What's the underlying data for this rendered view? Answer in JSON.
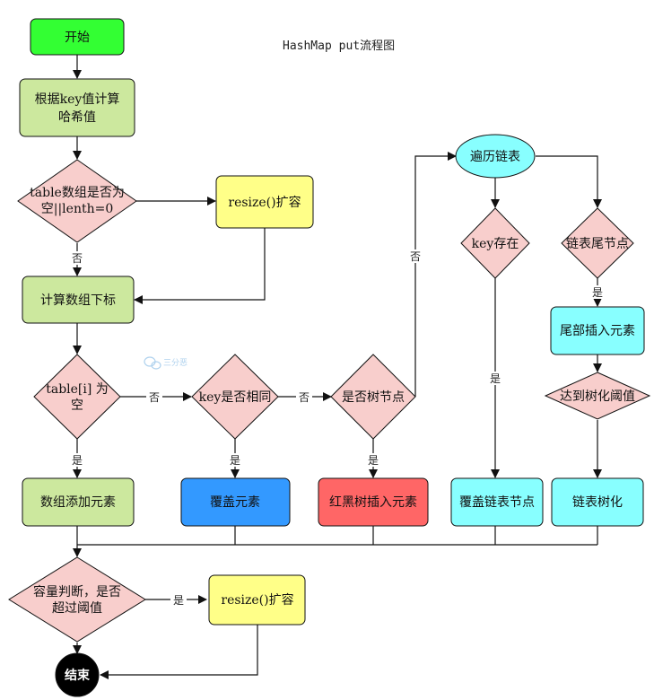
{
  "title": "HashMap put流程图",
  "watermark": "三分恶",
  "colors": {
    "green_bright": "#33ff33",
    "green_light": "#cce89e",
    "pink": "#f8cecc",
    "yellow": "#ffff88",
    "blue": "#3399ff",
    "red": "#ff6666",
    "cyan": "#88ffff",
    "black": "#000000"
  },
  "nodes": {
    "start": "开始",
    "hash": [
      "根据key值计算",
      "哈希值"
    ],
    "table_empty_check": [
      "table数组是否为",
      "空||lenth=0"
    ],
    "resize_1": "resize()扩容",
    "calc_index": "计算数组下标",
    "slot_empty_check": [
      "table[i] 为",
      "空"
    ],
    "key_same_check": "key是否相同",
    "tree_node_check": "是否树节点",
    "traverse": "遍历链表",
    "key_exists_check": "key存在",
    "tail_node_check": "链表尾节点",
    "tail_insert": "尾部插入元素",
    "treeify_threshold_check": "达到树化阈值",
    "add_element": "数组添加元素",
    "overwrite": "覆盖元素",
    "rbtree_insert": "红黑树插入元素",
    "overwrite_list_node": "覆盖链表节点",
    "treeify": "链表树化",
    "capacity_check": [
      "容量判断，是否",
      "超过阈值"
    ],
    "resize_2": "resize()扩容",
    "end": "结束"
  },
  "edge_labels": {
    "no": "否",
    "yes": "是"
  }
}
